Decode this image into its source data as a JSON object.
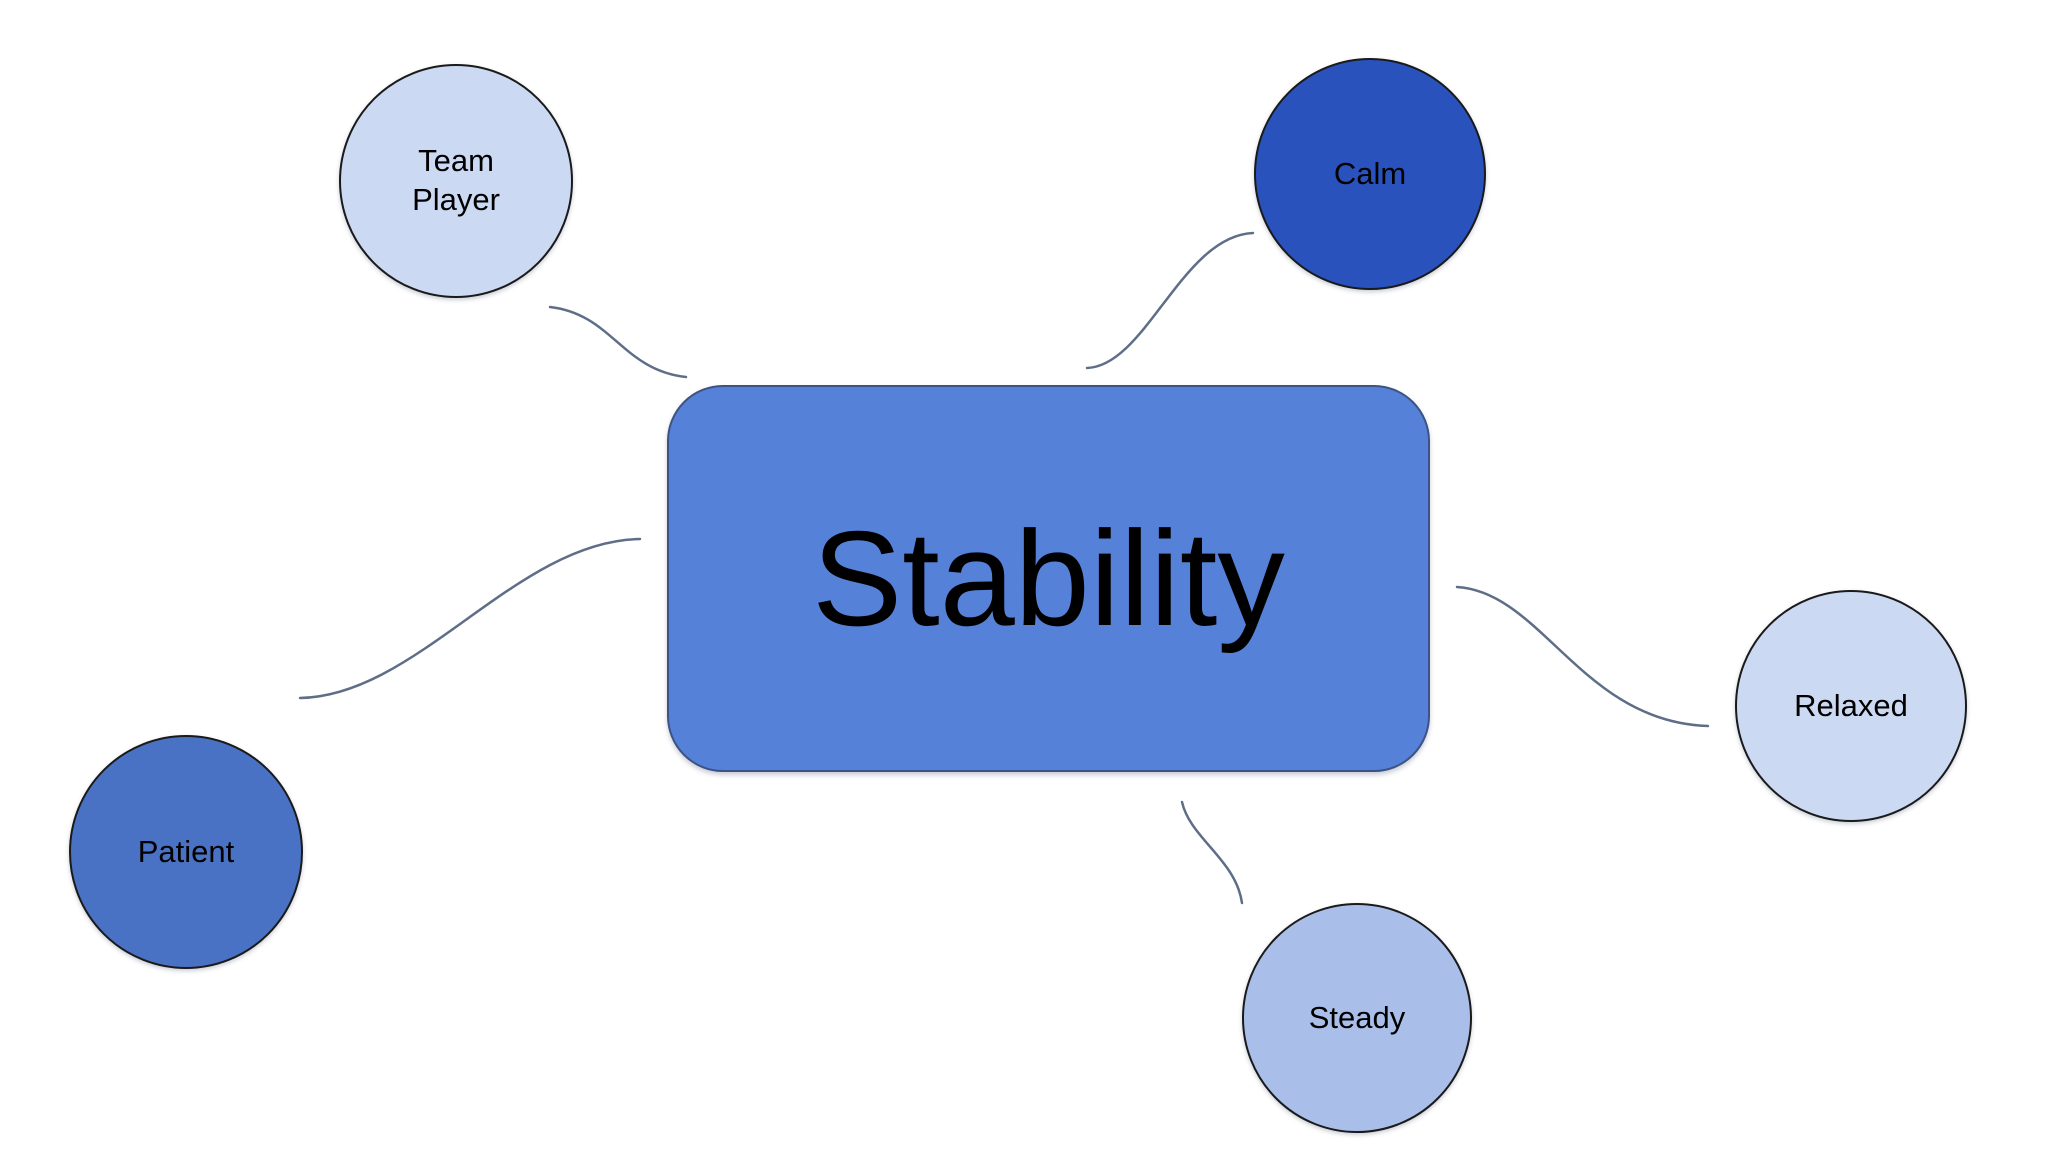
{
  "diagram": {
    "type": "mind-map",
    "background_color": "#ffffff",
    "connector_color": "#5f6e87",
    "center_node": {
      "id": "stability",
      "label": "Stability",
      "shape": "rounded-rectangle",
      "fill_color": "#5681d8",
      "border_color": "#3d5384",
      "text_color": "#000000"
    },
    "satellite_nodes": [
      {
        "id": "team-player",
        "label": "Team\nPlayer",
        "shape": "circle",
        "fill_color": "#ccd9f2",
        "border_color": "#1a1a1a",
        "text_color": "#000000",
        "position": "top-left"
      },
      {
        "id": "calm",
        "label": "Calm",
        "shape": "circle",
        "fill_color": "#2a52bd",
        "border_color": "#1a1a1a",
        "text_color": "#000000",
        "position": "top-right"
      },
      {
        "id": "patient",
        "label": "Patient",
        "shape": "circle",
        "fill_color": "#4a72c4",
        "border_color": "#1a1a1a",
        "text_color": "#000000",
        "position": "bottom-left"
      },
      {
        "id": "relaxed",
        "label": "Relaxed",
        "shape": "circle",
        "fill_color": "#ccd9f2",
        "border_color": "#1a1a1a",
        "text_color": "#000000",
        "position": "right"
      },
      {
        "id": "steady",
        "label": "Steady",
        "shape": "circle",
        "fill_color": "#a9bfea",
        "border_color": "#1a1a1a",
        "text_color": "#000000",
        "position": "bottom"
      }
    ],
    "connections": [
      {
        "from": "team-player",
        "to": "stability"
      },
      {
        "from": "stability",
        "to": "calm"
      },
      {
        "from": "patient",
        "to": "stability"
      },
      {
        "from": "stability",
        "to": "relaxed"
      },
      {
        "from": "stability",
        "to": "steady"
      }
    ]
  }
}
